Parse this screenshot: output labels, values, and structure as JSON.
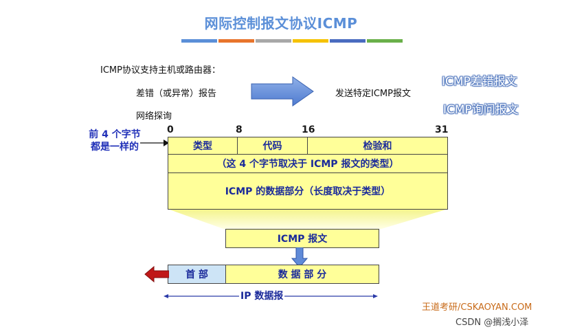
{
  "title": "网际控制报文协议ICMP",
  "title_bar_colors": [
    "#5b8fd8",
    "#e8742c",
    "#a8a8a8",
    "#f5c200",
    "#4a6cc0",
    "#6ab04a"
  ],
  "intro": {
    "line1": "ICMP协议支持主机或路由器：",
    "item1": "差错（或异常）报告",
    "item2": "网络探询",
    "arrow_text": "发送特定ICMP报文"
  },
  "side_labels": {
    "error": "ICMP差错报文",
    "query": "ICMP询问报文"
  },
  "bit_positions": [
    "0",
    "8",
    "16",
    "31"
  ],
  "note": {
    "line1": "前 4 个字节",
    "line2": "都是一样的"
  },
  "header_fields": {
    "type": "类型",
    "code": "代码",
    "checksum": "检验和"
  },
  "row2": "（这 4 个字节取决于 ICMP 报文的类型）",
  "row3": "ICMP 的数据部分（长度取决于类型）",
  "icmp_packet": "ICMP 报文",
  "ip_packet": {
    "header": "首 部",
    "data": "数 据 部 分",
    "label": "IP 数据报"
  },
  "footer": {
    "brand": "王道考研/CSKAOYAN.COM",
    "csdn": "CSDN @搁浅小泽"
  }
}
